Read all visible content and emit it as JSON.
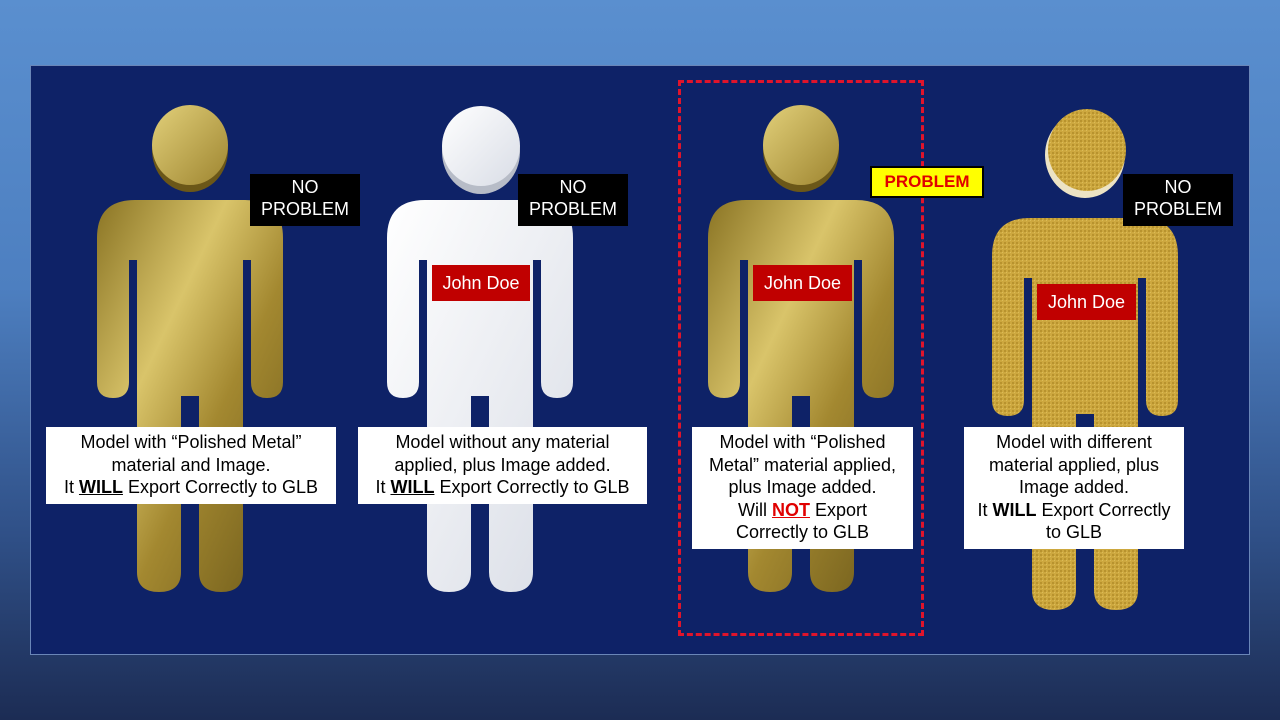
{
  "tags": {
    "no_problem": [
      "NO",
      "PROBLEM"
    ],
    "problem": "PROBLEM",
    "name_label": "John Doe"
  },
  "captions": {
    "c1": {
      "line1": "Model with “Polished Metal”",
      "line2": "material and Image.",
      "line3_pre": "It ",
      "line3_strong": "WILL",
      "line3_post": " Export Correctly to GLB"
    },
    "c2": {
      "line1": "Model without any material",
      "line2": "applied, plus Image added.",
      "line3_pre": "It ",
      "line3_strong": "WILL",
      "line3_post": " Export Correctly to GLB"
    },
    "c3": {
      "line1": "Model with “Polished",
      "line2": "Metal” material applied,",
      "line3": "plus Image added.",
      "line4_pre": "Will ",
      "line4_strong": "NOT",
      "line4_post": " Export",
      "line5": "Correctly to GLB"
    },
    "c4": {
      "line1": "Model with different",
      "line2": "material applied, plus",
      "line3": "Image added.",
      "line4_pre": "It ",
      "line4_strong": "WILL",
      "line4_post": " Export Correctly",
      "line5": "to GLB"
    }
  },
  "colors": {
    "panel_bg": "#0e2267",
    "gold": "#b8a045",
    "white_model": "#f4f6fa",
    "textured_gold": "#c9a63c",
    "problem_red": "#e00000",
    "tag_red": "#c00000",
    "highlight_yellow": "#ffff00"
  },
  "icons": [
    "person-figure-icon"
  ]
}
